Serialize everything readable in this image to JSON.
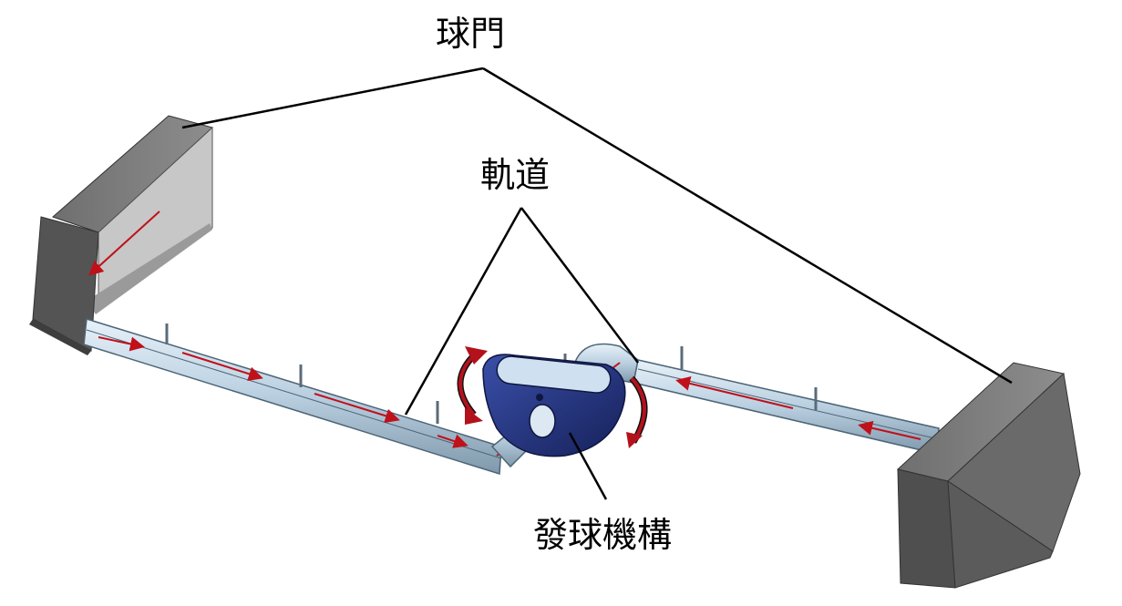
{
  "labels": {
    "goal": "球門",
    "track": "軌道",
    "launcher": "發球機構"
  },
  "colors": {
    "goal_front": "#5b5b5b",
    "goal_top": "#7c7c7c",
    "goal_inner": "#bdbdbd",
    "track_fill": "#b9cfe0",
    "track_edge": "#4d6576",
    "arrow": "#c0101a",
    "launcher_body": "#1f2f7a",
    "launcher_top": "#c9dcef",
    "leader_line": "#000000"
  },
  "icons": {
    "flow_arrow": "red-arrow-icon",
    "rotation": "rotation-arrow-icon"
  }
}
